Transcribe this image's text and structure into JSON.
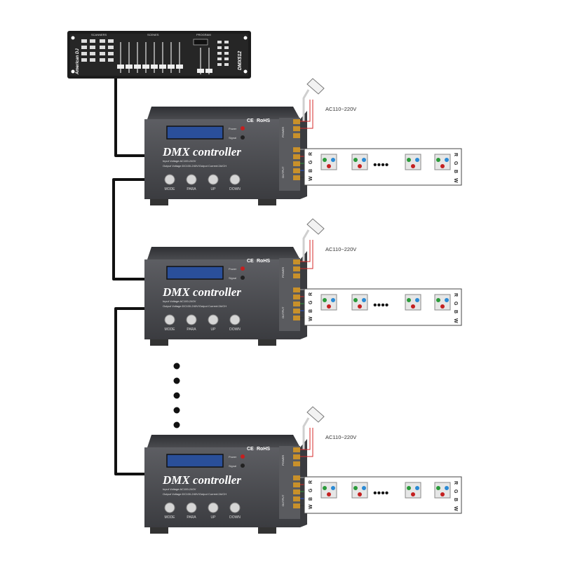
{
  "console": {
    "brand": "American DJ",
    "model": "DMX512",
    "top_labels": [
      "SCANNERS",
      "SCENES",
      "PROGRAM"
    ]
  },
  "controllers": [
    {
      "title": "DMX controller",
      "ce_mark": "CE",
      "rohs_mark": "RoHS",
      "power_label": "Power",
      "signal_label": "Signal",
      "spec_input": "Input Voltage:AC100-240V",
      "spec_output": "Output Voltage:DC100-240V/Output Current:2A/CH",
      "buttons": [
        "MODE",
        "PARA",
        "UP",
        "DOWN"
      ],
      "terminal_power": "POWER",
      "terminal_output": "OUTPUT",
      "ac_label": "AC110~220V",
      "strip_left": [
        "W",
        "B",
        "G",
        "R"
      ],
      "strip_right": [
        "R",
        "G",
        "B",
        "W"
      ],
      "strip_ellipsis": "••••"
    },
    {
      "title": "DMX controller",
      "ce_mark": "CE",
      "rohs_mark": "RoHS",
      "power_label": "Power",
      "signal_label": "Signal",
      "spec_input": "Input Voltage:AC100-240V",
      "spec_output": "Output Voltage:DC100-240V/Output Current:2A/CH",
      "buttons": [
        "MODE",
        "PARA",
        "UP",
        "DOWN"
      ],
      "terminal_power": "POWER",
      "terminal_output": "OUTPUT",
      "ac_label": "AC110~220V",
      "strip_left": [
        "W",
        "B",
        "G",
        "R"
      ],
      "strip_right": [
        "R",
        "G",
        "B",
        "W"
      ],
      "strip_ellipsis": "••••"
    },
    {
      "title": "DMX controller",
      "ce_mark": "CE",
      "rohs_mark": "RoHS",
      "power_label": "Power",
      "signal_label": "Signal",
      "spec_input": "Input Voltage:AC100-240V",
      "spec_output": "Output Voltage:DC100-240V/Output Current:2A/CH",
      "buttons": [
        "MODE",
        "PARA",
        "UP",
        "DOWN"
      ],
      "terminal_power": "POWER",
      "terminal_output": "OUTPUT",
      "ac_label": "AC110~220V",
      "strip_left": [
        "W",
        "B",
        "G",
        "R"
      ],
      "strip_right": [
        "R",
        "G",
        "B",
        "W"
      ],
      "strip_ellipsis": "••••"
    }
  ],
  "colors": {
    "cable": "#111111",
    "device_body": "#4a4b4f",
    "lcd": "#2a4f9a",
    "terminal": "#c8902a",
    "wire_red": "#d42a2a",
    "wire_green": "#2a9a3a",
    "wire_blue": "#2a5ad4"
  }
}
